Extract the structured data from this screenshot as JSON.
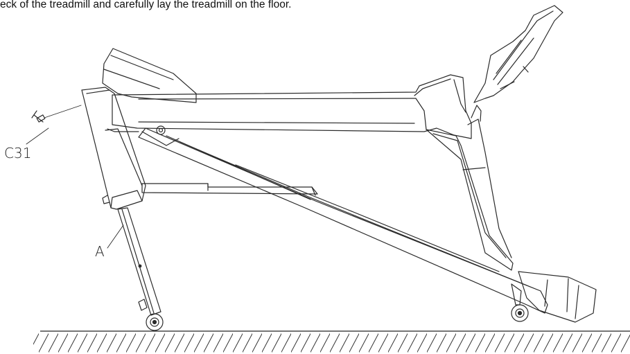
{
  "caption": "eck of the treadmill and carefully lay the treadmill on the floor.",
  "labels": {
    "part_c31": "C31",
    "part_a": "A"
  }
}
